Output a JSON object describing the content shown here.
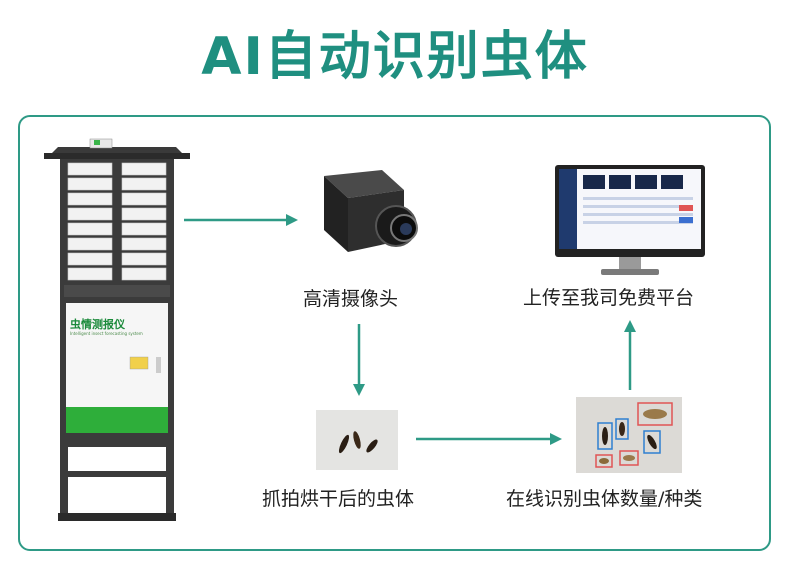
{
  "title": "AI自动识别虫体",
  "device": {
    "panel_title": "虫情测报仪",
    "panel_subtitle": "Intelligent insect forecasting system"
  },
  "steps": {
    "camera": "高清摄像头",
    "upload": "上传至我司免费平台",
    "capture": "抓拍烘干后的虫体",
    "identify": "在线识别虫体数量/种类"
  },
  "colors": {
    "accent": "#2e9a86",
    "title": "#1f8f80",
    "device_green": "#2eae3a"
  },
  "icons": [
    "camera-icon",
    "monitor-icon",
    "insect-photo",
    "identified-insect-photo"
  ]
}
